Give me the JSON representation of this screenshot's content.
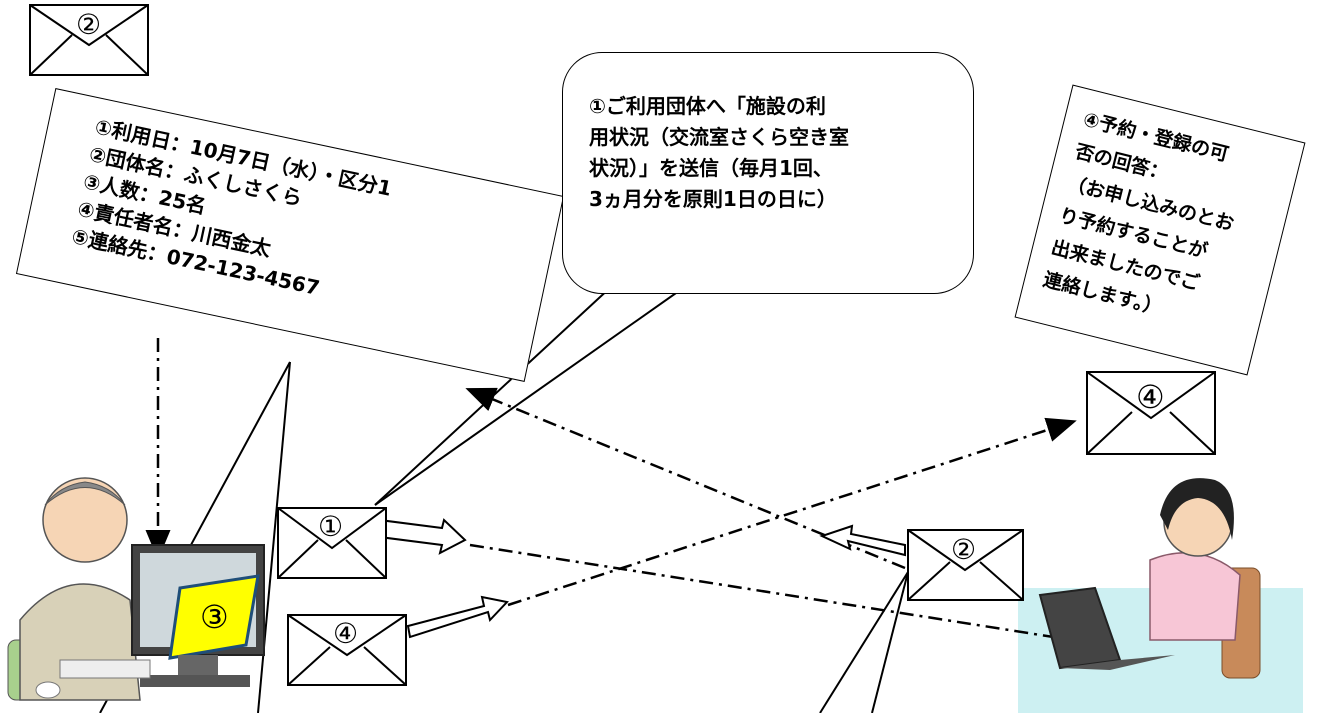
{
  "envelopes": {
    "top_left": "②",
    "sender_1": "①",
    "sender_4": "④",
    "right_2": "②",
    "right_4": "④"
  },
  "pc_screen_label": "③",
  "request_card": {
    "lines": [
      "①利用日：10月7日（水）・区分1",
      "②団体名：ふくしさくら",
      "③人数：25名",
      "④責任者名：川西金太",
      "⑤連絡先：072-123-4567"
    ]
  },
  "bubble": {
    "lines": [
      "①ご利用団体へ「施設の利",
      "用状況（交流室さくら空き室",
      "状況）」を送信（毎月1回、",
      "3ヵ月分を原則1日の日に）"
    ]
  },
  "reply_card": {
    "lines": [
      "④予約・登録の可",
      "否の回答：",
      "（お申し込みのとお",
      "り予約することが",
      "出来ましたのでご",
      "連絡します。）"
    ]
  },
  "colors": {
    "screen_highlight": "#ffff00",
    "desk": "#cdf0f2",
    "woman_top": "#f7c6d6",
    "man_sweater": "#d8d1b8"
  }
}
